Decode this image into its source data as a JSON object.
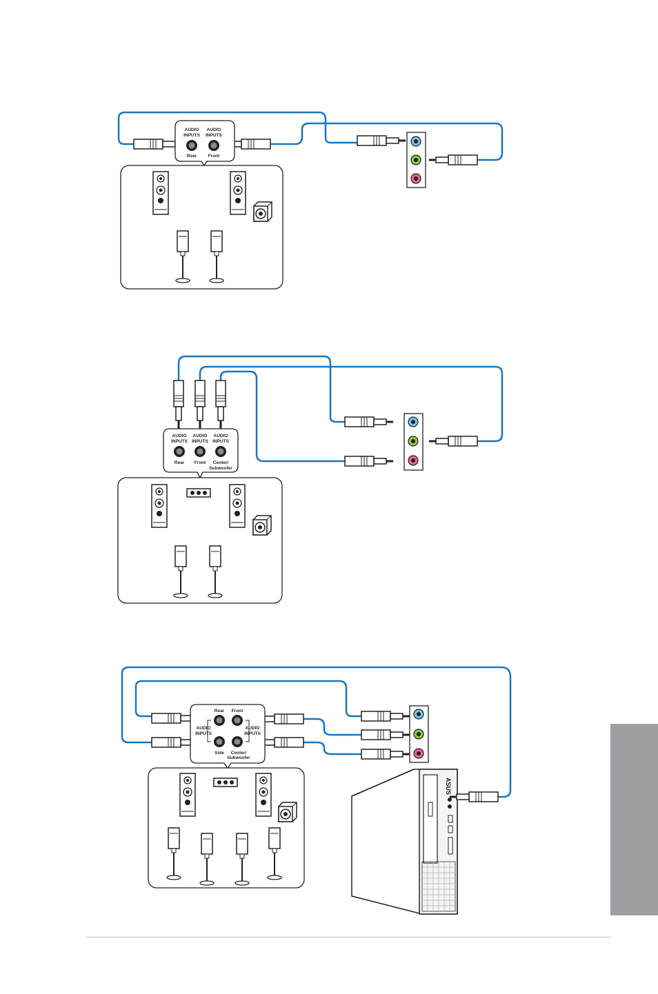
{
  "colors": {
    "cable": "#1b75bc",
    "line_in": "#6cc5e9",
    "line_out": "#8dc63f",
    "mic_in": "#e4649b",
    "tab": "#9c9ea1",
    "ink": "#231f20"
  },
  "brand": "ASUS",
  "diagrams": [
    {
      "labels": {
        "audio_inputs": [
          "AUDIO",
          "INPUTS"
        ],
        "rear": "Rear",
        "front": "Front"
      }
    },
    {
      "labels": {
        "audio_inputs": [
          "AUDIO",
          "INPUTS"
        ],
        "rear": "Rear",
        "front": "Front",
        "center": [
          "Center/",
          "Subwoofer"
        ]
      }
    },
    {
      "labels": {
        "audio_inputs": [
          "AUDIO",
          "INPUTS"
        ],
        "rear": "Rear",
        "front": "Front",
        "side": "Side",
        "center": [
          "Center/",
          "Subwoofer"
        ]
      }
    }
  ]
}
